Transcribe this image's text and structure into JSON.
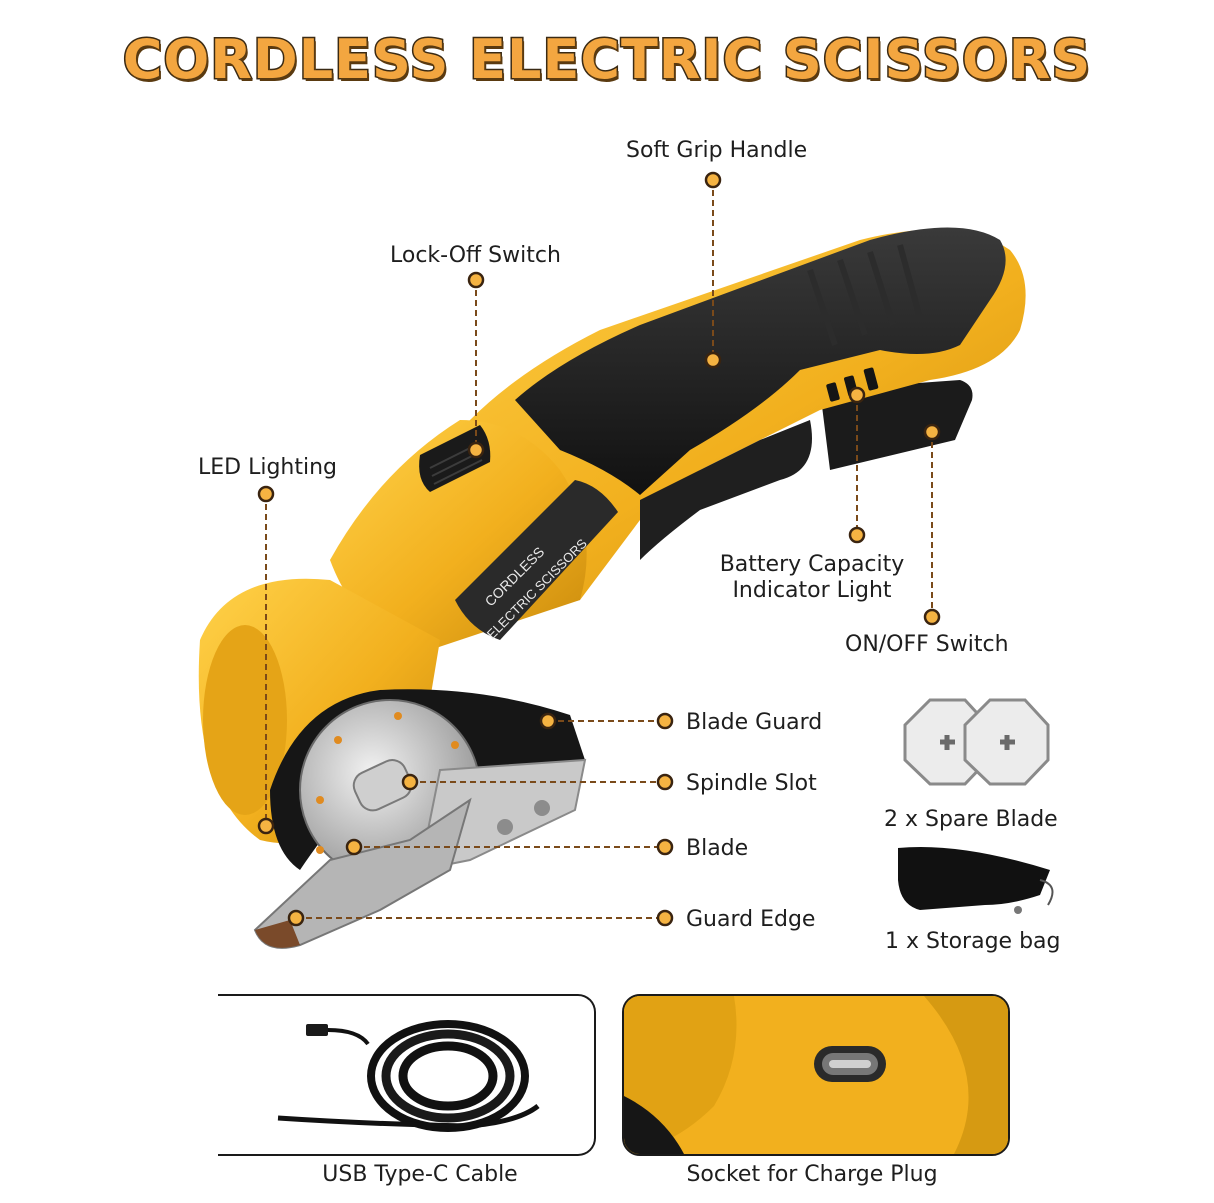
{
  "title": "CORDLESS ELECTRIC SCISSORS",
  "tool_text": {
    "line1": "CORDLESS",
    "line2": "ELECTRIC SCISSORS"
  },
  "callouts": {
    "soft_grip": "Soft Grip Handle",
    "lock_off": "Lock-Off Switch",
    "led": "LED Lighting",
    "battery_line1": "Battery Capacity",
    "battery_line2": "Indicator Light",
    "on_off": "ON/OFF Switch",
    "blade_guard": "Blade Guard",
    "spindle_slot": "Spindle Slot",
    "blade": "Blade",
    "guard_edge": "Guard Edge"
  },
  "accessories": {
    "spare_blade": "2 x Spare Blade",
    "storage_bag": "1 x Storage bag"
  },
  "panels": {
    "cable": "USB Type-C Cable",
    "socket": "Socket for Charge Plug"
  },
  "colors": {
    "tool_yellow": "#f2b01e",
    "tool_black": "#1c1c1c",
    "accent_orange": "#f3a640",
    "dot_fill": "#f5b342"
  }
}
